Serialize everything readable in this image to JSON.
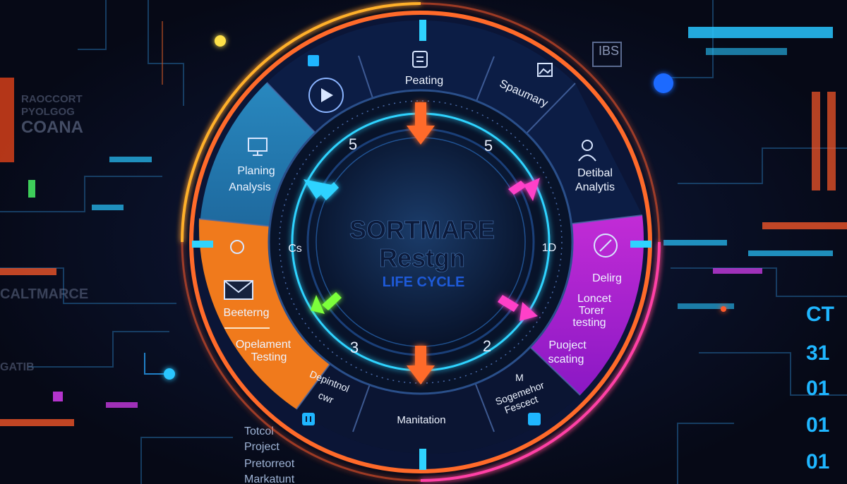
{
  "center": {
    "title_line1": "SORTMARE",
    "title_line2": "Restgn",
    "subtitle": "LIFE CYCLE"
  },
  "segments": {
    "top": {
      "label": "Peating",
      "icon": "document-icon"
    },
    "top_right": {
      "label": "Spaumary",
      "icon": "image-icon"
    },
    "right_upper": {
      "line1": "Detibal",
      "line2": "Analytis",
      "icon": "person-icon"
    },
    "right": {
      "line1": "Delirg",
      "line2": "Loncet",
      "line3": "Torer",
      "line4": "testing",
      "icon": "pen-icon"
    },
    "right_lower": {
      "line1": "Puoject",
      "line2": "scating"
    },
    "bottom_right": {
      "line1": "M",
      "line2": "Sogemehor",
      "line3": "Fescect",
      "icon": "doc-badge-icon"
    },
    "bottom": {
      "label": "Manitation"
    },
    "bottom_left": {
      "line1": "Depintnol",
      "line2": "cwr",
      "icon": "pause-badge-icon"
    },
    "left_lower": {
      "line1": "Beeterng",
      "line2": "Opelament",
      "line3": "Testing",
      "icon": "mail-icon"
    },
    "left_upper": {
      "line1": "Planing",
      "line2": "Analysis",
      "icon": "monitor-icon"
    },
    "top_left": {
      "icon": "gauge-icon"
    }
  },
  "ring_numbers": {
    "top_left": "5",
    "top_right": "5",
    "left": "Cs",
    "right": "1D",
    "bottom_left": "3",
    "bottom_right": "2"
  },
  "background_text": {
    "left_top": [
      "RAOCCORT",
      "PYOLGOG",
      "COANA"
    ],
    "left_mid": "CALTMARCE",
    "left_low": "GATIB",
    "right_top": "IBS",
    "right_code": [
      "CT",
      "31",
      "01",
      "01",
      "01"
    ],
    "bottom_list": [
      "Totcol",
      "Project",
      "Pretorreot",
      "Markatunt"
    ]
  },
  "colors": {
    "background": "#070b1c",
    "ring_orange": "#ff6a2a",
    "ring_cyan": "#35c6ff",
    "ring_magenta": "#e040fb",
    "arrow_green": "#7cff3a",
    "arrow_orange": "#ff6a2a",
    "arrow_pink": "#ff3fc8",
    "arrow_cyan": "#2fd3ff",
    "title_color": "#0c1a3a",
    "subtitle_color": "#1e5ad8"
  }
}
